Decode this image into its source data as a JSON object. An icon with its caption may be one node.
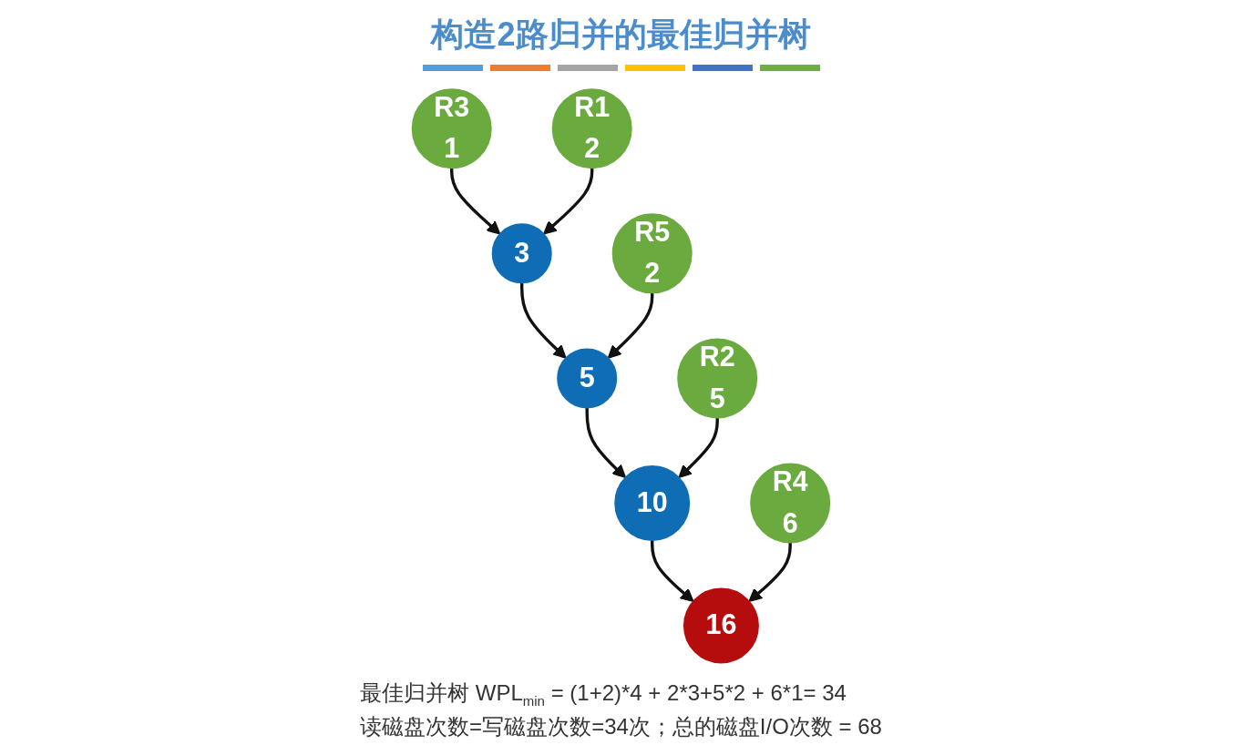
{
  "diagram": {
    "title": "构造2路归并的最佳归并树",
    "nodes": [
      {
        "text": [
          "R3",
          "1"
        ]
      },
      {
        "text": [
          "R1",
          "2"
        ]
      },
      {
        "text": [
          "3"
        ]
      },
      {
        "text": [
          "R5",
          "2"
        ]
      },
      {
        "text": [
          "5"
        ]
      },
      {
        "text": [
          "R2",
          "5"
        ]
      },
      {
        "text": [
          "10"
        ]
      },
      {
        "text": [
          "R4",
          "6"
        ]
      },
      {
        "text": [
          "16"
        ]
      }
    ],
    "edges": [
      {
        "from": 0,
        "to": 2,
        "arrow": "to"
      },
      {
        "from": 1,
        "to": 2,
        "arrow": "to"
      },
      {
        "from": 2,
        "to": 4,
        "arrow": "to"
      },
      {
        "from": 3,
        "to": 4,
        "arrow": "to"
      },
      {
        "from": 4,
        "to": 6,
        "arrow": "to"
      },
      {
        "from": 5,
        "to": 6,
        "arrow": "to"
      },
      {
        "from": 6,
        "to": 8,
        "arrow": "to"
      },
      {
        "from": 7,
        "to": 8,
        "arrow": "to"
      }
    ],
    "labels": [
      "最佳归并树 WPL$_{min}$ = (1+2)*4 + 2*3+5*2 + 6*1= 34",
      "读磁盘次数=写磁盘次数=34次；总的磁盘I/O次数 = 68"
    ]
  }
}
